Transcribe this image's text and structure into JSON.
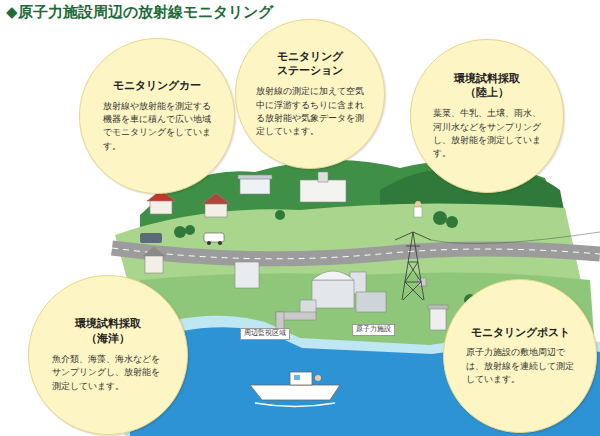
{
  "diagram": {
    "title": "◆原子力施設周辺の放射線モニタリング",
    "nodes": [
      {
        "text": [
          "モニタリングカー",
          "放射線や放射能を測定する機器を車に積んで広い地域でモニタリングをしています。"
        ]
      },
      {
        "text": [
          "モニタリング ステーション",
          "放射線の測定に加えて空気中に浮游するちりに含まれる放射能や気象データを測定しています。"
        ]
      },
      {
        "text": [
          "環境試料採取 （陸上）",
          "葉菜、牛乳、土壌、雨水、河川水などをサンプリングし、放射能を測定しています。"
        ]
      },
      {
        "text": [
          "環境試料採取 （海洋）",
          "魚介類、海藻、海水などをサンプリングし、放射能を測定しています。"
        ]
      },
      {
        "text": [
          "モニタリングポスト",
          "原子力施設の敷地周辺では、放射線を連続して測定しています。"
        ]
      }
    ],
    "labels": [
      "周辺監視区域",
      "原子力施設"
    ]
  }
}
